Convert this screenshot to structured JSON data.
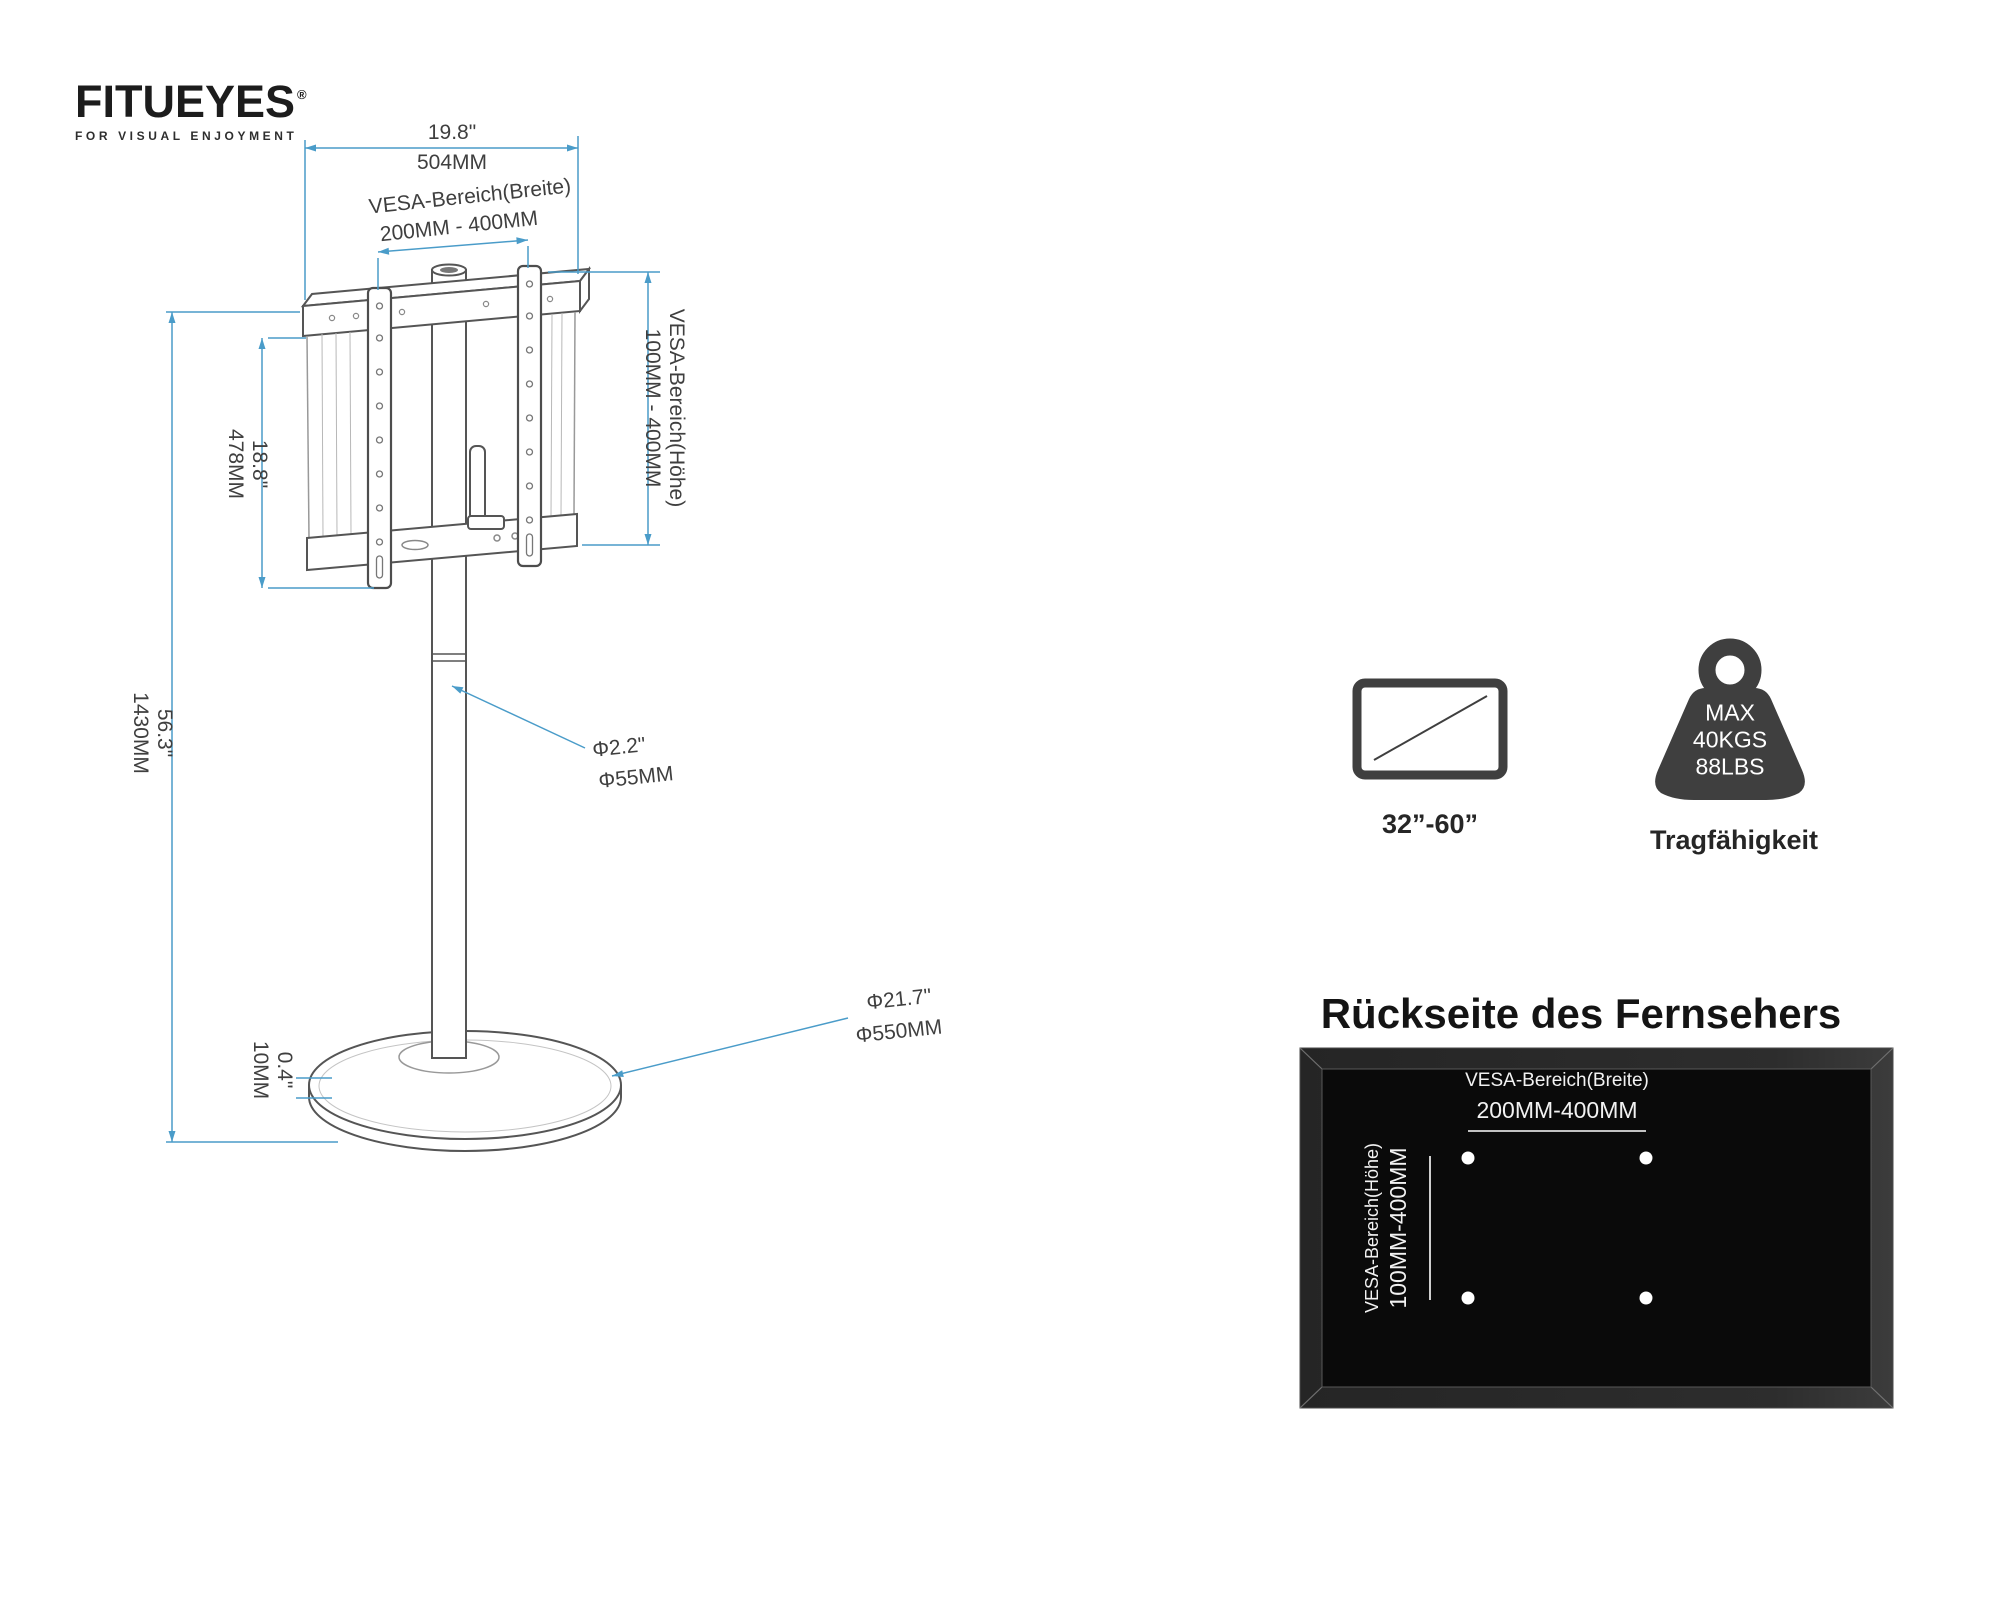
{
  "logo": {
    "brand": "FITUEYES",
    "registered": "®",
    "tagline": "FOR VISUAL ENJOYMENT"
  },
  "colors": {
    "dimension_line": "#4a9cc9",
    "drawing_line": "#555555",
    "accent_dark": "#3f3f3f",
    "panel_black": "#0a0a0a"
  },
  "dimensions": {
    "top_width": {
      "inch": "19.8\"",
      "mm": "504MM"
    },
    "vesa_width": {
      "label": "VESA-Bereich(Breite)",
      "range": "200MM - 400MM"
    },
    "vesa_height": {
      "label": "VESA-Bereich(Höhe)",
      "range": "100MM - 400MM"
    },
    "bracket_height": {
      "inch": "18.8\"",
      "mm": "478MM"
    },
    "total_height": {
      "inch": "56.3\"",
      "mm": "1430MM"
    },
    "pole_diameter": {
      "inch": "Φ2.2\"",
      "mm": "Φ55MM"
    },
    "base_diameter": {
      "inch": "Φ21.7\"",
      "mm": "Φ550MM"
    },
    "base_thickness": {
      "inch": "0.4\"",
      "mm": "10MM"
    }
  },
  "specs": {
    "screen_size": "32”-60”",
    "max_load": {
      "line1": "MAX",
      "line2": "40KGS",
      "line3": "88LBS"
    },
    "load_label": "Tragfähigkeit"
  },
  "back_panel": {
    "title": "Rückseite des Fernsehers",
    "vesa_width_label": "VESA-Bereich(Breite)",
    "vesa_width_range": "200MM-400MM",
    "vesa_height_label": "VESA-Bereich(Höhe)",
    "vesa_height_range": "100MM-400MM"
  }
}
